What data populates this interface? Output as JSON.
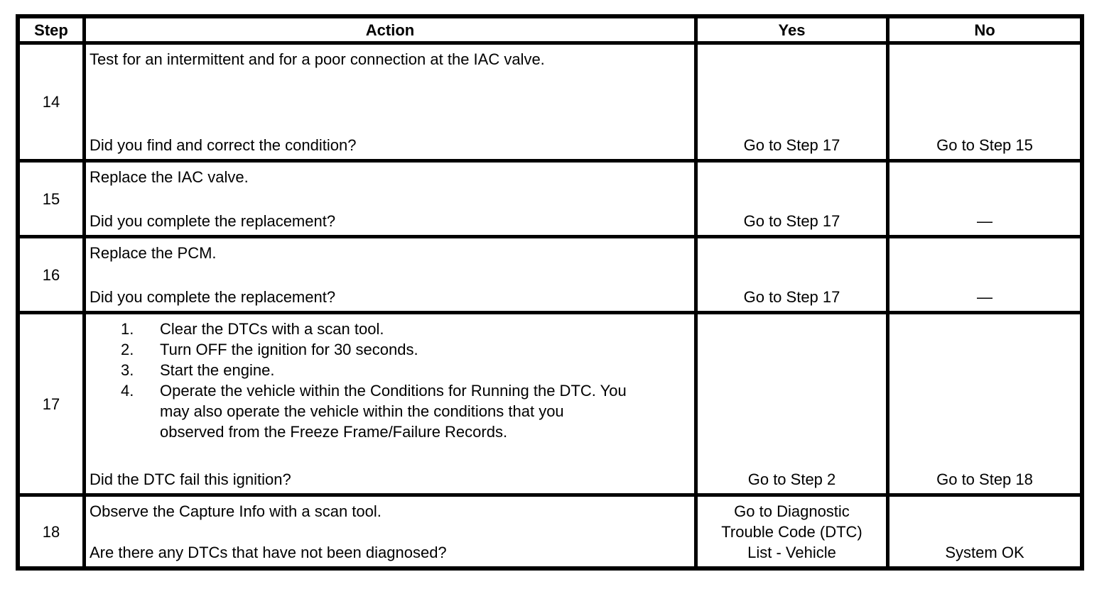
{
  "table": {
    "headers": [
      "Step",
      "Action",
      "Yes",
      "No"
    ],
    "rows": [
      {
        "step": "14",
        "action_lines": [
          "Test for an intermittent and for a poor connection at the IAC valve."
        ],
        "question": "Did you find and correct the condition?",
        "yes": "Go to Step 17",
        "no": "Go to Step 15"
      },
      {
        "step": "15",
        "action_lines": [
          "Replace the IAC valve."
        ],
        "question": "Did you complete the replacement?",
        "yes": "Go to Step 17",
        "no": "—"
      },
      {
        "step": "16",
        "action_lines": [
          "Replace the PCM."
        ],
        "question": "Did you complete the replacement?",
        "yes": "Go to Step 17",
        "no": "—"
      },
      {
        "step": "17",
        "action_list": [
          {
            "num": "1.",
            "lines": [
              "Clear the DTCs with a scan tool."
            ]
          },
          {
            "num": "2.",
            "lines": [
              "Turn OFF the ignition for 30 seconds."
            ]
          },
          {
            "num": "3.",
            "lines": [
              "Start the engine."
            ]
          },
          {
            "num": "4.",
            "lines": [
              "Operate the vehicle within the Conditions for Running the DTC. You",
              "may also operate the vehicle within the conditions that you",
              "observed from the Freeze Frame/Failure Records."
            ]
          }
        ],
        "question": "Did the DTC fail this ignition?",
        "yes": "Go to Step 2",
        "no": "Go to Step 18"
      },
      {
        "step": "18",
        "action_lines": [
          "Observe the Capture Info with a scan tool."
        ],
        "question": "Are there any DTCs that have not been diagnosed?",
        "yes_lines": [
          "Go to Diagnostic",
          "Trouble Code (DTC)",
          "List - Vehicle"
        ],
        "no": "System OK"
      }
    ]
  }
}
